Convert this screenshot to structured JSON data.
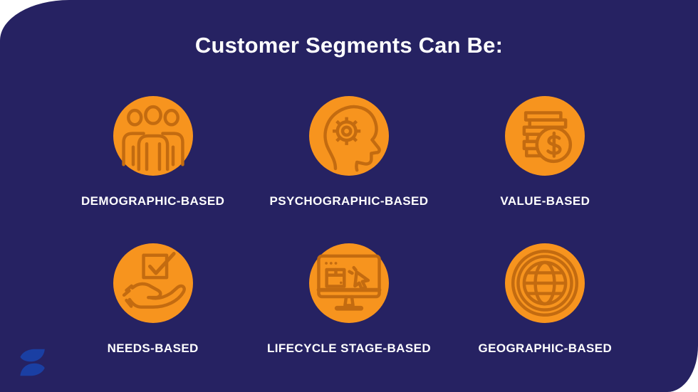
{
  "title": "Customer Segments Can Be:",
  "segments": [
    {
      "label": "DEMOGRAPHIC-BASED",
      "icon": "people-group-icon"
    },
    {
      "label": "PSYCHOGRAPHIC-BASED",
      "icon": "head-gear-icon"
    },
    {
      "label": "VALUE-BASED",
      "icon": "coins-dollar-icon"
    },
    {
      "label": "NEEDS-BASED",
      "icon": "hand-checkbox-icon"
    },
    {
      "label": "LIFECYCLE STAGE-BASED",
      "icon": "monitor-cursor-icon"
    },
    {
      "label": "GEOGRAPHIC-BASED",
      "icon": "globe-icon"
    }
  ],
  "logo": {
    "name": "s-logo"
  },
  "colors": {
    "card_background": "#262262",
    "circle_orange": "#F7941E",
    "icon_stroke": "#C36B10",
    "text": "#FFFFFF",
    "logo_blue": "#1A3FA3",
    "page_background": "#FFFFFF"
  }
}
